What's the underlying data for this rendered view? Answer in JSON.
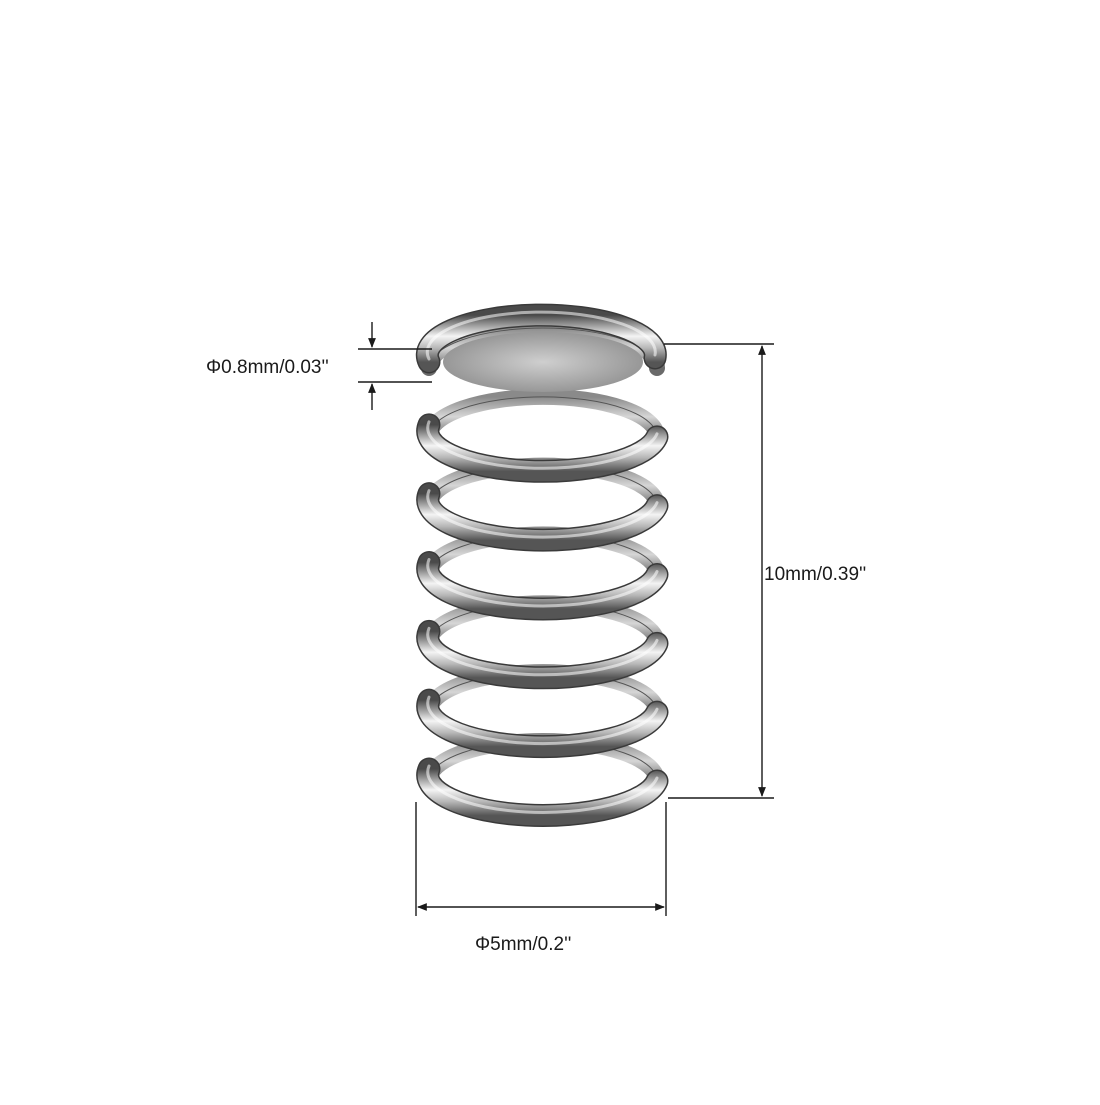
{
  "diagram": {
    "subject": "compression-spring",
    "coil_count": 7,
    "colors": {
      "background": "#ffffff",
      "line": "#1a1a1a",
      "metal_dark": "#4a4a4a",
      "metal_mid": "#9a9a9a",
      "metal_light": "#f4f4f4"
    },
    "dimensions": {
      "wire_diameter": "Φ0.8mm/0.03''",
      "length": "10mm/0.39''",
      "outer_diameter": "Φ5mm/0.2''"
    }
  }
}
